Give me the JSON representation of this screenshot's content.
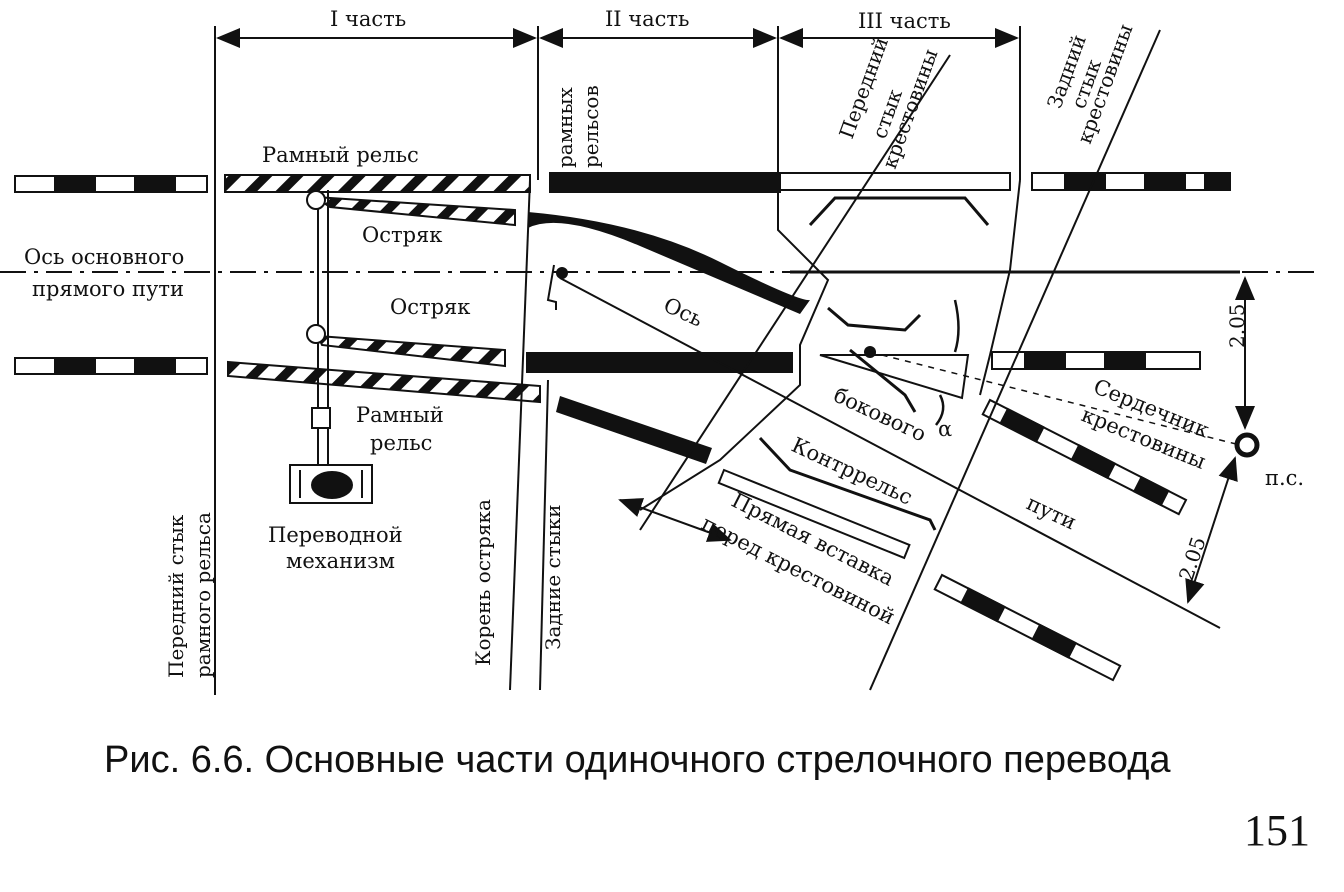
{
  "sections": {
    "part1": "I часть",
    "part2": "II часть",
    "part3": "III часть"
  },
  "labels": {
    "frame_rail_top": "Рамный рельс",
    "switch_point_top": "Остряк",
    "main_axis_line1": "Ось основного",
    "main_axis_line2": "прямого пути",
    "switch_point_mid": "Остряк",
    "frame_rail_bottom_line1": "Рамный",
    "frame_rail_bottom_line2": "рельс",
    "mechanism_line1": "Переводной",
    "mechanism_line2": "механизм",
    "front_joint_frame_line1": "Передний стык",
    "front_joint_frame_line2": "рамного рельса",
    "heel_of_point": "Корень остряка",
    "rear_joints": "Задние стыки",
    "frame_rails_joint_line1": "рамных",
    "frame_rails_joint_line2": "рельсов",
    "front_joint_frog_line1": "Передний",
    "front_joint_frog_line2": "стык",
    "front_joint_frog_line3": "крестовины",
    "rear_joint_frog_line1": "Задний",
    "rear_joint_frog_line2": "стык",
    "rear_joint_frog_line3": "крестовины",
    "side_axis_1": "Ось",
    "side_axis_2": "бокового",
    "side_axis_3": "пути",
    "check_rail": "Контррельс",
    "straight_insert_line1": "Прямая вставка",
    "straight_insert_line2": "перед крестовиной",
    "frog_core_line1": "Сердечник",
    "frog_core_line2": "крестовины",
    "angle": "α",
    "dim_vertical": "2.05",
    "dim_diagonal": "2.05",
    "ps": "п.с."
  },
  "caption": "Рис. 6.6. Основные части одиночного стрелочного перевода",
  "page_number": "151"
}
